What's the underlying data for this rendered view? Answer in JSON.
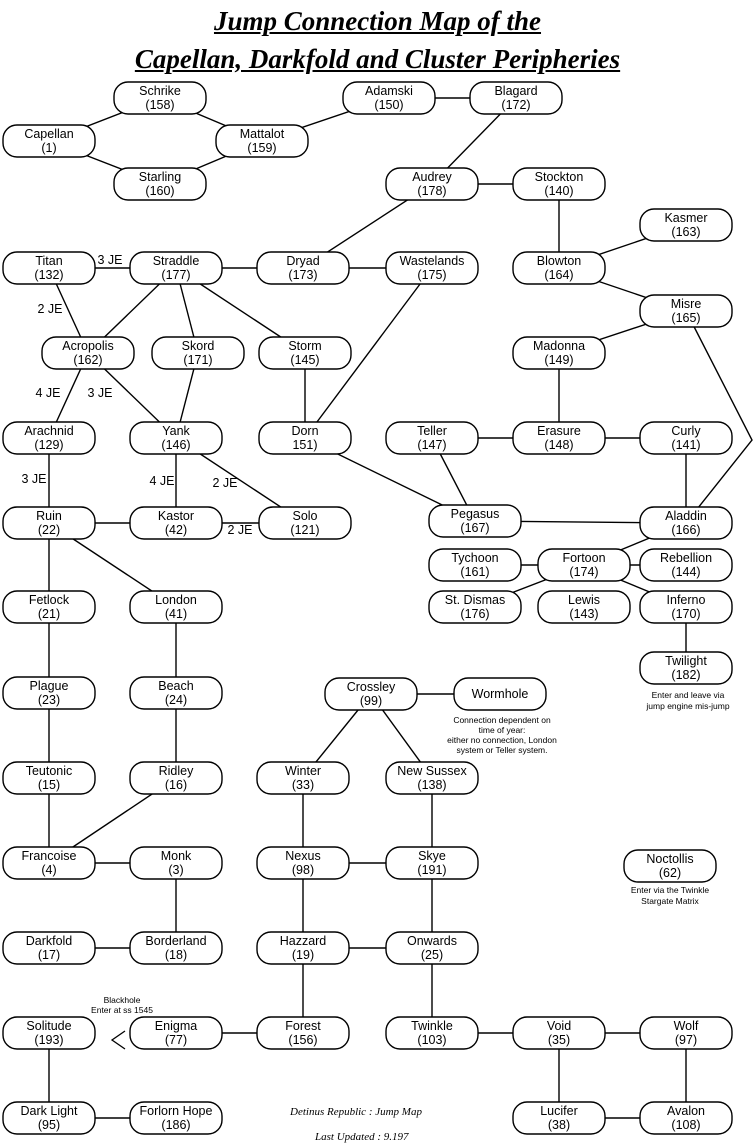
{
  "title": {
    "line1": "Jump Connection Map of the",
    "line2": "Capellan, Darkfold and Cluster Peripheries"
  },
  "nodes": [
    {
      "id": "schrike",
      "name": "Schrike",
      "num": "(158)"
    },
    {
      "id": "capellan",
      "name": "Capellan",
      "num": "(1)"
    },
    {
      "id": "starling",
      "name": "Starling",
      "num": "(160)"
    },
    {
      "id": "mattalot",
      "name": "Mattalot",
      "num": "(159)"
    },
    {
      "id": "adamski",
      "name": "Adamski",
      "num": "(150)"
    },
    {
      "id": "blagard",
      "name": "Blagard",
      "num": "(172)"
    },
    {
      "id": "audrey",
      "name": "Audrey",
      "num": "(178)"
    },
    {
      "id": "stockton",
      "name": "Stockton",
      "num": "(140)"
    },
    {
      "id": "kasmer",
      "name": "Kasmer",
      "num": "(163)"
    },
    {
      "id": "titan",
      "name": "Titan",
      "num": "(132)"
    },
    {
      "id": "straddle",
      "name": "Straddle",
      "num": "(177)"
    },
    {
      "id": "dryad",
      "name": "Dryad",
      "num": "(173)"
    },
    {
      "id": "wastelands",
      "name": "Wastelands",
      "num": "(175)"
    },
    {
      "id": "blowton",
      "name": "Blowton",
      "num": "(164)"
    },
    {
      "id": "misre",
      "name": "Misre",
      "num": "(165)"
    },
    {
      "id": "acropolis",
      "name": "Acropolis",
      "num": "(162)"
    },
    {
      "id": "skord",
      "name": "Skord",
      "num": "(171)"
    },
    {
      "id": "storm",
      "name": "Storm",
      "num": "(145)"
    },
    {
      "id": "madonna",
      "name": "Madonna",
      "num": "(149)"
    },
    {
      "id": "arachnid",
      "name": "Arachnid",
      "num": "(129)"
    },
    {
      "id": "yank",
      "name": "Yank",
      "num": "(146)"
    },
    {
      "id": "dorn",
      "name": "Dorn",
      "num": "151)"
    },
    {
      "id": "teller",
      "name": "Teller",
      "num": "(147)"
    },
    {
      "id": "erasure",
      "name": "Erasure",
      "num": "(148)"
    },
    {
      "id": "curly",
      "name": "Curly",
      "num": "(141)"
    },
    {
      "id": "ruin",
      "name": "Ruin",
      "num": "(22)"
    },
    {
      "id": "kastor",
      "name": "Kastor",
      "num": "(42)"
    },
    {
      "id": "solo",
      "name": "Solo",
      "num": "(121)"
    },
    {
      "id": "pegasus",
      "name": "Pegasus",
      "num": "(167)"
    },
    {
      "id": "aladdin",
      "name": "Aladdin",
      "num": "(166)"
    },
    {
      "id": "tychoon",
      "name": "Tychoon",
      "num": "(161)"
    },
    {
      "id": "fortoon",
      "name": "Fortoon",
      "num": "(174)"
    },
    {
      "id": "rebellion",
      "name": "Rebellion",
      "num": "(144)"
    },
    {
      "id": "fetlock",
      "name": "Fetlock",
      "num": "(21)"
    },
    {
      "id": "london",
      "name": "London",
      "num": "(41)"
    },
    {
      "id": "stdismas",
      "name": "St. Dismas",
      "num": "(176)"
    },
    {
      "id": "lewis",
      "name": "Lewis",
      "num": "(143)"
    },
    {
      "id": "inferno",
      "name": "Inferno",
      "num": "(170)"
    },
    {
      "id": "twilight",
      "name": "Twilight",
      "num": "(182)"
    },
    {
      "id": "plague",
      "name": "Plague",
      "num": "(23)"
    },
    {
      "id": "beach",
      "name": "Beach",
      "num": "(24)"
    },
    {
      "id": "crossley",
      "name": "Crossley",
      "num": "(99)"
    },
    {
      "id": "wormhole",
      "name": "Wormhole",
      "num": ""
    },
    {
      "id": "teutonic",
      "name": "Teutonic",
      "num": "(15)"
    },
    {
      "id": "ridley",
      "name": "Ridley",
      "num": "(16)"
    },
    {
      "id": "winter",
      "name": "Winter",
      "num": "(33)"
    },
    {
      "id": "newsussex",
      "name": "New Sussex",
      "num": "(138)"
    },
    {
      "id": "francoise",
      "name": "Francoise",
      "num": "(4)"
    },
    {
      "id": "monk",
      "name": "Monk",
      "num": "(3)"
    },
    {
      "id": "nexus",
      "name": "Nexus",
      "num": "(98)"
    },
    {
      "id": "skye",
      "name": "Skye",
      "num": "(191)"
    },
    {
      "id": "noctollis",
      "name": "Noctollis",
      "num": "(62)"
    },
    {
      "id": "darkfold",
      "name": "Darkfold",
      "num": "(17)"
    },
    {
      "id": "borderland",
      "name": "Borderland",
      "num": "(18)"
    },
    {
      "id": "hazzard",
      "name": "Hazzard",
      "num": "(19)"
    },
    {
      "id": "onwards",
      "name": "Onwards",
      "num": "(25)"
    },
    {
      "id": "solitude",
      "name": "Solitude",
      "num": "(193)"
    },
    {
      "id": "enigma",
      "name": "Enigma",
      "num": "(77)"
    },
    {
      "id": "forest",
      "name": "Forest",
      "num": "(156)"
    },
    {
      "id": "twinkle",
      "name": "Twinkle",
      "num": "(103)"
    },
    {
      "id": "void",
      "name": "Void",
      "num": "(35)"
    },
    {
      "id": "wolf",
      "name": "Wolf",
      "num": "(97)"
    },
    {
      "id": "darklight",
      "name": "Dark Light",
      "num": "(95)"
    },
    {
      "id": "forlornhope",
      "name": "Forlorn Hope",
      "num": "(186)"
    },
    {
      "id": "lucifer",
      "name": "Lucifer",
      "num": "(38)"
    },
    {
      "id": "avalon",
      "name": "Avalon",
      "num": "(108)"
    }
  ],
  "edges": [
    [
      "capellan",
      "schrike"
    ],
    [
      "capellan",
      "starling"
    ],
    [
      "schrike",
      "mattalot"
    ],
    [
      "starling",
      "mattalot"
    ],
    [
      "mattalot",
      "adamski"
    ],
    [
      "adamski",
      "blagard"
    ],
    [
      "blagard",
      "audrey"
    ],
    [
      "audrey",
      "stockton"
    ],
    [
      "audrey",
      "dryad"
    ],
    [
      "stockton",
      "blowton"
    ],
    [
      "blowton",
      "kasmer"
    ],
    [
      "blowton",
      "misre"
    ],
    [
      "misre",
      "madonna"
    ],
    [
      "misre",
      "aladdin"
    ],
    [
      "titan",
      "straddle",
      "3 JE"
    ],
    [
      "straddle",
      "dryad"
    ],
    [
      "dryad",
      "wastelands"
    ],
    [
      "titan",
      "acropolis",
      "2 JE"
    ],
    [
      "straddle",
      "acropolis"
    ],
    [
      "straddle",
      "skord"
    ],
    [
      "straddle",
      "storm"
    ],
    [
      "wastelands",
      "dorn"
    ],
    [
      "acropolis",
      "arachnid",
      "4 JE"
    ],
    [
      "acropolis",
      "yank",
      "3 JE"
    ],
    [
      "skord",
      "yank"
    ],
    [
      "storm",
      "dorn"
    ],
    [
      "dorn",
      "pegasus"
    ],
    [
      "madonna",
      "erasure"
    ],
    [
      "teller",
      "erasure"
    ],
    [
      "erasure",
      "curly"
    ],
    [
      "teller",
      "pegasus"
    ],
    [
      "curly",
      "aladdin"
    ],
    [
      "arachnid",
      "ruin",
      "3 JE"
    ],
    [
      "yank",
      "kastor",
      "4 JE"
    ],
    [
      "yank",
      "solo",
      "2 JE"
    ],
    [
      "ruin",
      "kastor"
    ],
    [
      "kastor",
      "solo",
      "2 JE"
    ],
    [
      "pegasus",
      "aladdin"
    ],
    [
      "aladdin",
      "fortoon"
    ],
    [
      "tychoon",
      "fortoon"
    ],
    [
      "fortoon",
      "rebellion"
    ],
    [
      "fortoon",
      "stdismas"
    ],
    [
      "fortoon",
      "inferno"
    ],
    [
      "inferno",
      "twilight"
    ],
    [
      "ruin",
      "fetlock"
    ],
    [
      "ruin",
      "london"
    ],
    [
      "fetlock",
      "plague"
    ],
    [
      "london",
      "beach"
    ],
    [
      "plague",
      "teutonic"
    ],
    [
      "beach",
      "ridley"
    ],
    [
      "crossley",
      "wormhole"
    ],
    [
      "crossley",
      "winter"
    ],
    [
      "crossley",
      "newsussex"
    ],
    [
      "teutonic",
      "francoise"
    ],
    [
      "ridley",
      "francoise"
    ],
    [
      "francoise",
      "monk"
    ],
    [
      "winter",
      "nexus"
    ],
    [
      "newsussex",
      "skye"
    ],
    [
      "nexus",
      "skye"
    ],
    [
      "monk",
      "borderland"
    ],
    [
      "darkfold",
      "borderland"
    ],
    [
      "nexus",
      "hazzard"
    ],
    [
      "skye",
      "onwards"
    ],
    [
      "hazzard",
      "onwards"
    ],
    [
      "hazzard",
      "forest"
    ],
    [
      "onwards",
      "twinkle"
    ],
    [
      "enigma",
      "forest"
    ],
    [
      "twinkle",
      "void"
    ],
    [
      "void",
      "wolf"
    ],
    [
      "solitude",
      "darklight"
    ],
    [
      "darklight",
      "forlornhope"
    ],
    [
      "void",
      "lucifer"
    ],
    [
      "wolf",
      "avalon"
    ],
    [
      "lucifer",
      "avalon"
    ]
  ],
  "annotations": {
    "twilight_note": [
      "Enter and leave via",
      "jump engine mis-jump"
    ],
    "wormhole_note": [
      "Connection dependent on",
      "time of year:",
      "either no connection, London",
      "system or Teller system."
    ],
    "noctollis_note": [
      "Enter via  the Twinkle",
      "Stargate  Matrix"
    ],
    "blackhole_note": [
      "Blackhole",
      "Enter at ss 1545"
    ]
  },
  "footer": {
    "line1": "Detinus Republic : Jump Map",
    "line2": "Last Updated : 9.197"
  }
}
